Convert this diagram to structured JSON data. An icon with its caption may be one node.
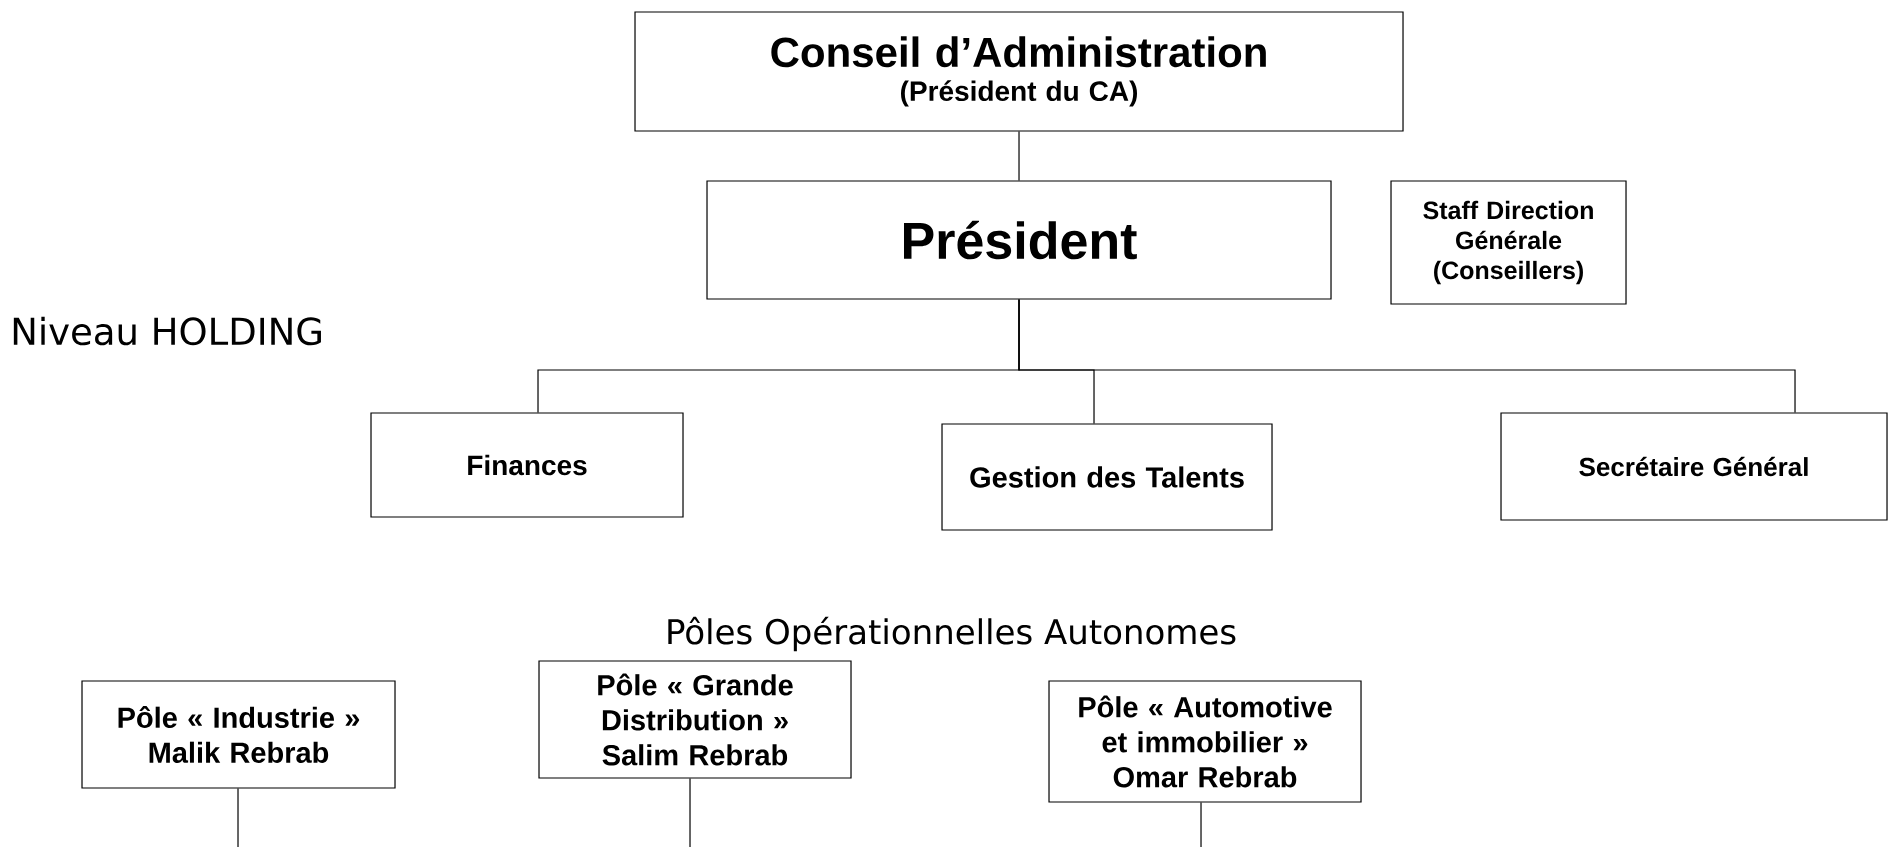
{
  "diagram": {
    "nodes": [
      {
        "text": [
          "Conseil d’Administration",
          "(Président du CA)"
        ]
      },
      {
        "text": [
          "Président"
        ]
      },
      {
        "text": [
          "Staff Direction Générale",
          "(Conseillers)"
        ]
      },
      {
        "text": [
          "Finances"
        ]
      },
      {
        "text": [
          "Gestion des Talents"
        ]
      },
      {
        "text": [
          "Secrétaire Général"
        ]
      },
      {
        "text": [
          "Pôle « Industrie »",
          "Malik Rebrab"
        ]
      },
      {
        "text": [
          "Pôle « Grande Distribution »",
          "Salim Rebrab"
        ]
      },
      {
        "text": [
          "Pôle « Automotive et immobilier »",
          "Omar Rebrab"
        ]
      }
    ],
    "edges": [
      {
        "from": 0,
        "to": 1,
        "arrow": "none"
      },
      {
        "from": 1,
        "to": 3,
        "arrow": "none"
      },
      {
        "from": 1,
        "to": 4,
        "arrow": "none"
      },
      {
        "from": 1,
        "to": 5,
        "arrow": "none"
      },
      {
        "from": 6,
        "to": null,
        "arrow": "none"
      },
      {
        "from": 7,
        "to": null,
        "arrow": "none"
      },
      {
        "from": 8,
        "to": null,
        "arrow": "none"
      }
    ],
    "labels": [
      "Niveau HOLDING",
      "Pôles Opérationnelles Autonomes"
    ]
  }
}
